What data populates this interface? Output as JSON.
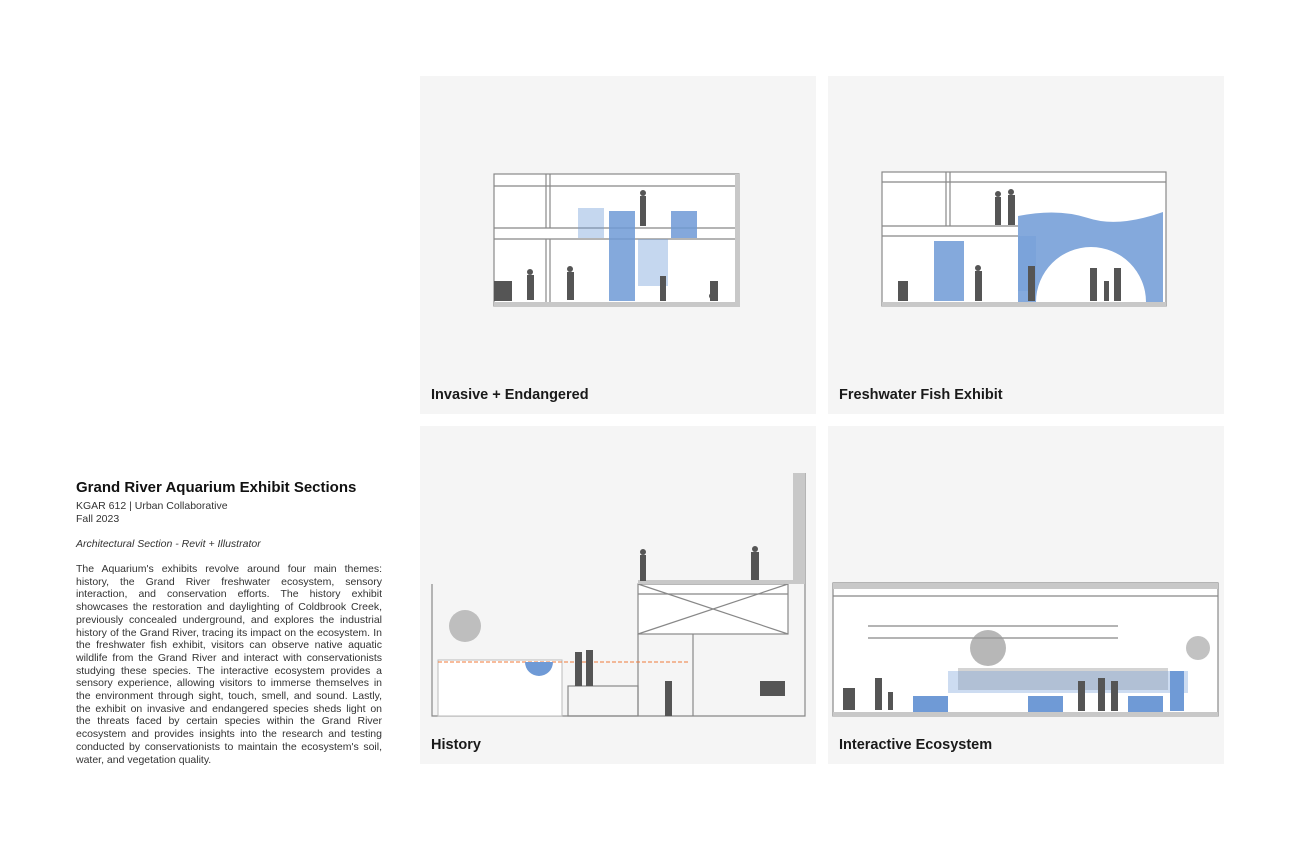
{
  "project": {
    "title": "Grand River Aquarium Exhibit Sections",
    "course": "KGAR 612 | Urban Collaborative",
    "term": "Fall 2023",
    "method": "Architectural Section - Revit + Illustrator",
    "description": "The Aquarium's exhibits revolve around four main themes: history, the Grand River freshwater ecosystem, sensory interaction, and conservation efforts. The history exhibit showcases the restoration and daylighting of Coldbrook Creek, previously concealed underground, and explores the industrial history of the Grand River, tracing its impact on the ecosystem. In the freshwater fish exhibit, visitors can observe native aquatic wildlife from the Grand River and interact with conservationists studying these species. The interactive ecosystem provides a sensory experience, allowing visitors to immerse themselves in the environment through sight, touch, smell, and sound. Lastly, the exhibit on invasive and endangered species sheds light on the threats faced by certain species within the Grand River ecosystem and provides insights into the research and testing conducted by conservationists to maintain the ecosystem's soil, water, and vegetation quality."
  },
  "panels": [
    {
      "label": "Invasive + Endangered"
    },
    {
      "label": "Freshwater Fish Exhibit"
    },
    {
      "label": "History"
    },
    {
      "label": "Interactive Ecosystem"
    }
  ],
  "colors": {
    "panel_bg": "#f5f5f5",
    "water": "#6f9ad6",
    "wall": "#c8c8c8",
    "figure": "#555555"
  }
}
